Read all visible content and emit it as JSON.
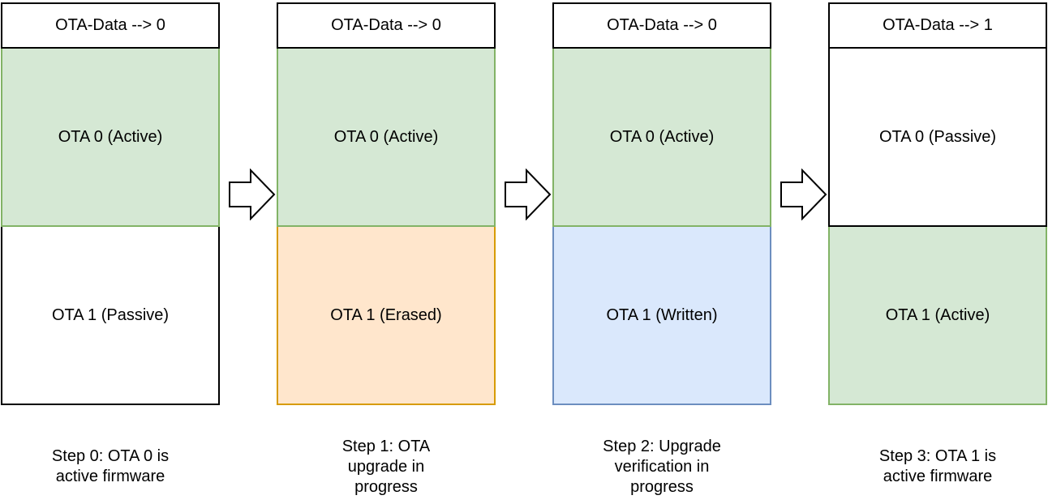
{
  "palette": {
    "green": {
      "fill": "#d5e8d4",
      "stroke": "#82b366"
    },
    "orange": {
      "fill": "#ffe6cc",
      "stroke": "#d79b00"
    },
    "blue": {
      "fill": "#dae8fc",
      "stroke": "#6c8ebf"
    },
    "plain": {
      "fill": "#ffffff",
      "stroke": "#000000"
    }
  },
  "columns": [
    {
      "header": "OTA-Data --> 0",
      "ota0": {
        "label": "OTA 0 (Active)",
        "color": "green"
      },
      "ota1": {
        "label": "OTA 1 (Passive)",
        "color": "plain"
      },
      "caption": [
        "Step 0: OTA 0 is",
        "active firmware"
      ]
    },
    {
      "header": "OTA-Data --> 0",
      "ota0": {
        "label": "OTA 0 (Active)",
        "color": "green"
      },
      "ota1": {
        "label": "OTA 1 (Erased)",
        "color": "orange"
      },
      "caption": [
        "Step 1: OTA",
        "upgrade in",
        "progress"
      ]
    },
    {
      "header": "OTA-Data --> 0",
      "ota0": {
        "label": "OTA 0 (Active)",
        "color": "green"
      },
      "ota1": {
        "label": "OTA 1 (Written)",
        "color": "blue"
      },
      "caption": [
        "Step 2: Upgrade",
        "verification in",
        "progress"
      ]
    },
    {
      "header": "OTA-Data --> 1",
      "ota0": {
        "label": "OTA 0 (Passive)",
        "color": "plain"
      },
      "ota1": {
        "label": "OTA 1 (Active)",
        "color": "green"
      },
      "caption": [
        "Step 3: OTA 1 is",
        "active firmware"
      ]
    }
  ],
  "arrow": {
    "name": "block-arrow-right",
    "fill": "#ffffff",
    "stroke": "#000000"
  }
}
